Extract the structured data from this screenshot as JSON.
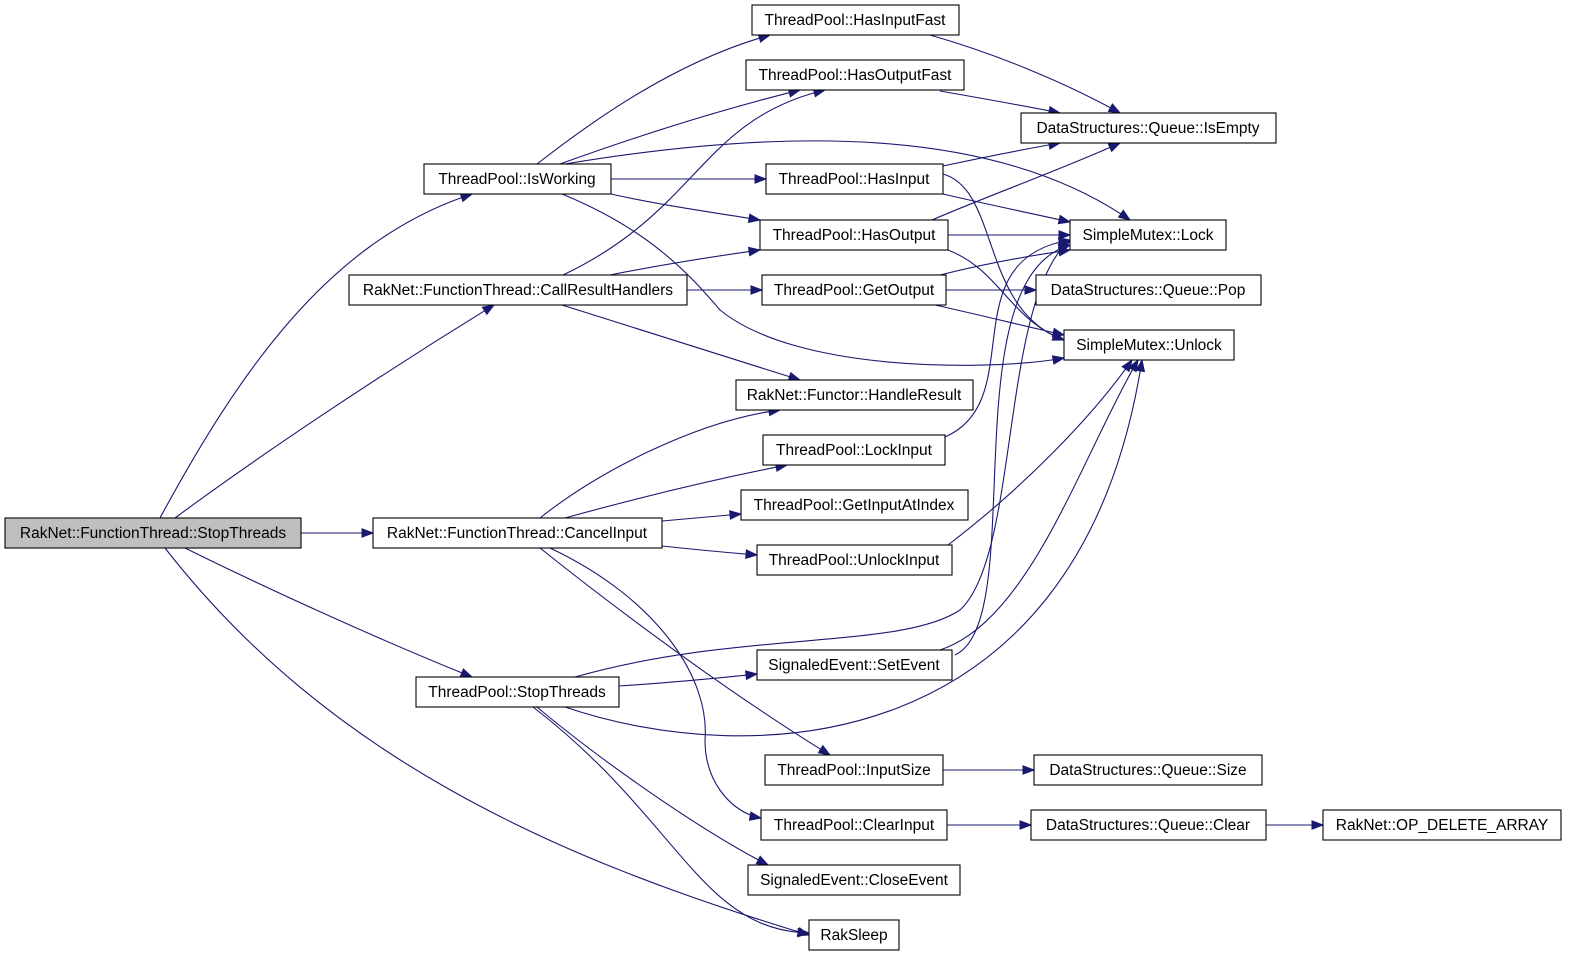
{
  "colors": {
    "edge": "#191970",
    "node_border": "#000000",
    "node_fill": "#ffffff",
    "root_fill": "#bfbfbf"
  },
  "nodes": {
    "root": "RakNet::FunctionThread::StopThreads",
    "is_working": "ThreadPool::IsWorking",
    "call_result_handlers": "RakNet::FunctionThread::CallResultHandlers",
    "cancel_input": "RakNet::FunctionThread::CancelInput",
    "pool_stop_threads": "ThreadPool::StopThreads",
    "has_input_fast": "ThreadPool::HasInputFast",
    "has_output_fast": "ThreadPool::HasOutputFast",
    "has_input": "ThreadPool::HasInput",
    "has_output": "ThreadPool::HasOutput",
    "get_output": "ThreadPool::GetOutput",
    "handle_result": "RakNet::Functor::HandleResult",
    "lock_input": "ThreadPool::LockInput",
    "get_input_at_index": "ThreadPool::GetInputAtIndex",
    "unlock_input": "ThreadPool::UnlockInput",
    "set_event": "SignaledEvent::SetEvent",
    "input_size": "ThreadPool::InputSize",
    "clear_input": "ThreadPool::ClearInput",
    "close_event": "SignaledEvent::CloseEvent",
    "rak_sleep": "RakSleep",
    "queue_is_empty": "DataStructures::Queue::IsEmpty",
    "mutex_lock": "SimpleMutex::Lock",
    "queue_pop": "DataStructures::Queue::Pop",
    "mutex_unlock": "SimpleMutex::Unlock",
    "queue_size": "DataStructures::Queue::Size",
    "queue_clear": "DataStructures::Queue::Clear",
    "op_delete_array": "RakNet::OP_DELETE_ARRAY"
  },
  "edges": [
    [
      "root",
      "is_working"
    ],
    [
      "root",
      "call_result_handlers"
    ],
    [
      "root",
      "cancel_input"
    ],
    [
      "root",
      "pool_stop_threads"
    ],
    [
      "root",
      "rak_sleep"
    ],
    [
      "is_working",
      "has_input_fast"
    ],
    [
      "is_working",
      "has_output_fast"
    ],
    [
      "is_working",
      "mutex_lock"
    ],
    [
      "is_working",
      "has_input"
    ],
    [
      "is_working",
      "has_output"
    ],
    [
      "is_working",
      "mutex_unlock"
    ],
    [
      "call_result_handlers",
      "has_output_fast"
    ],
    [
      "call_result_handlers",
      "has_output"
    ],
    [
      "call_result_handlers",
      "get_output"
    ],
    [
      "call_result_handlers",
      "handle_result"
    ],
    [
      "cancel_input",
      "handle_result"
    ],
    [
      "cancel_input",
      "lock_input"
    ],
    [
      "cancel_input",
      "get_input_at_index"
    ],
    [
      "cancel_input",
      "unlock_input"
    ],
    [
      "cancel_input",
      "input_size"
    ],
    [
      "cancel_input",
      "clear_input"
    ],
    [
      "pool_stop_threads",
      "mutex_lock"
    ],
    [
      "pool_stop_threads",
      "set_event"
    ],
    [
      "pool_stop_threads",
      "mutex_unlock"
    ],
    [
      "pool_stop_threads",
      "close_event"
    ],
    [
      "pool_stop_threads",
      "rak_sleep"
    ],
    [
      "has_input_fast",
      "queue_is_empty"
    ],
    [
      "has_output_fast",
      "queue_is_empty"
    ],
    [
      "has_input",
      "queue_is_empty"
    ],
    [
      "has_input",
      "mutex_lock"
    ],
    [
      "has_input",
      "mutex_unlock"
    ],
    [
      "has_output",
      "queue_is_empty"
    ],
    [
      "has_output",
      "mutex_lock"
    ],
    [
      "has_output",
      "mutex_unlock"
    ],
    [
      "get_output",
      "mutex_lock"
    ],
    [
      "get_output",
      "queue_pop"
    ],
    [
      "get_output",
      "mutex_unlock"
    ],
    [
      "lock_input",
      "mutex_lock"
    ],
    [
      "unlock_input",
      "mutex_unlock"
    ],
    [
      "set_event",
      "mutex_lock"
    ],
    [
      "set_event",
      "mutex_unlock"
    ],
    [
      "input_size",
      "queue_size"
    ],
    [
      "clear_input",
      "queue_clear"
    ],
    [
      "queue_clear",
      "op_delete_array"
    ]
  ]
}
